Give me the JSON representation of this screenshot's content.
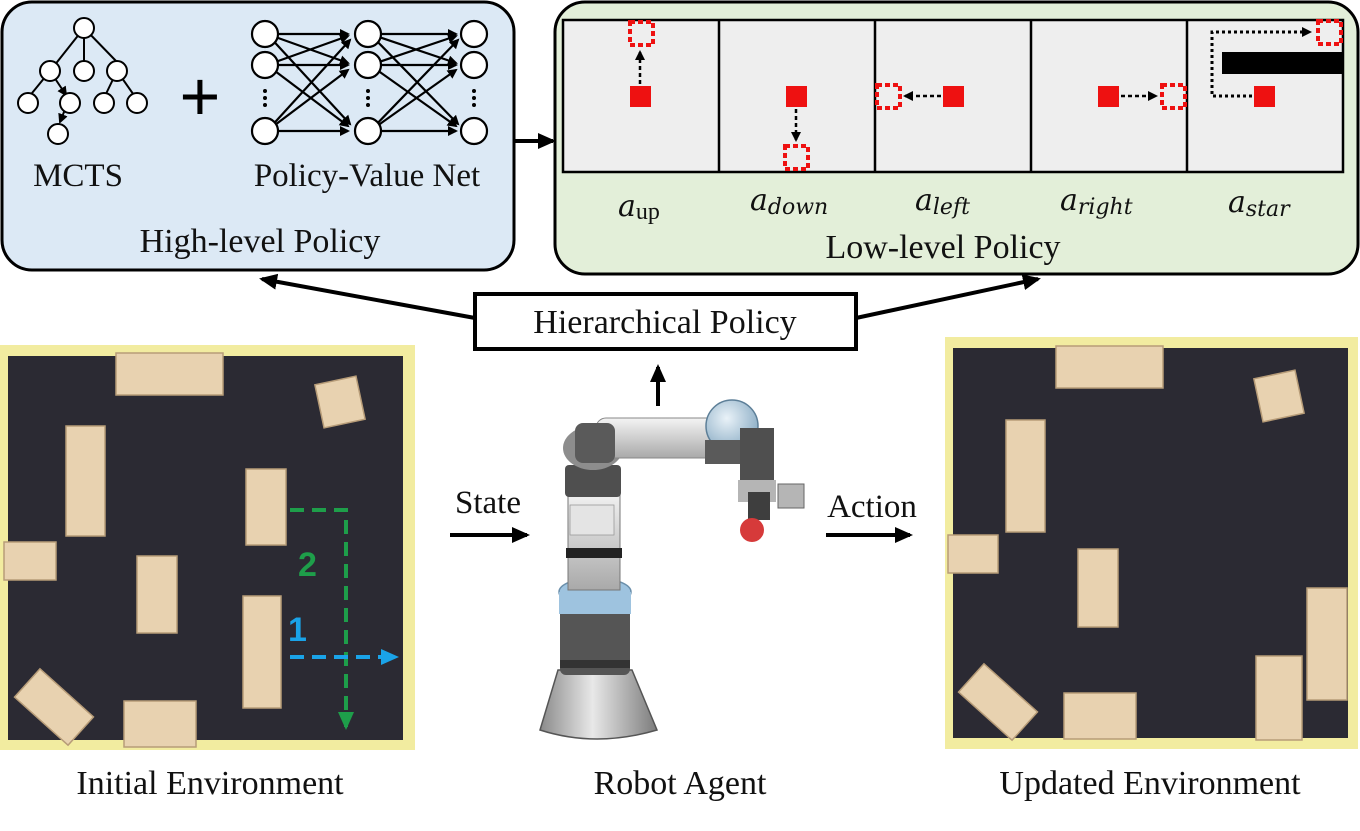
{
  "high_level": {
    "mcts_label": "MCTS",
    "plus": "+",
    "net_label": "Policy-Value Net",
    "title": "High-level Policy"
  },
  "low_level": {
    "title": "Low-level Policy",
    "actions": [
      {
        "base": "a",
        "sub": "up"
      },
      {
        "base": "a",
        "sub": "down"
      },
      {
        "base": "a",
        "sub": "left"
      },
      {
        "base": "a",
        "sub": "right"
      },
      {
        "base": "a",
        "sub": "star"
      }
    ]
  },
  "hierarchical_label": "Hierarchical Policy",
  "state_label": "State",
  "action_label": "Action",
  "initial_env": {
    "caption": "Initial Environment",
    "path_labels": [
      "1",
      "2"
    ]
  },
  "robot_caption": "Robot Agent",
  "updated_env": {
    "caption": "Updated Environment"
  },
  "colors": {
    "high_bg": "#dce9f5",
    "low_bg": "#e3efd9",
    "cell_bg": "#eeeeee",
    "robot_marker": "#ee1111",
    "path1": "#1aa3e8",
    "path2": "#1e9e4a",
    "board": "#2b2a33",
    "border_tape": "#f2eca0",
    "block": "#e8d2b0"
  },
  "icons": [
    "tree-icon",
    "network-icon",
    "robot-arm-icon"
  ]
}
